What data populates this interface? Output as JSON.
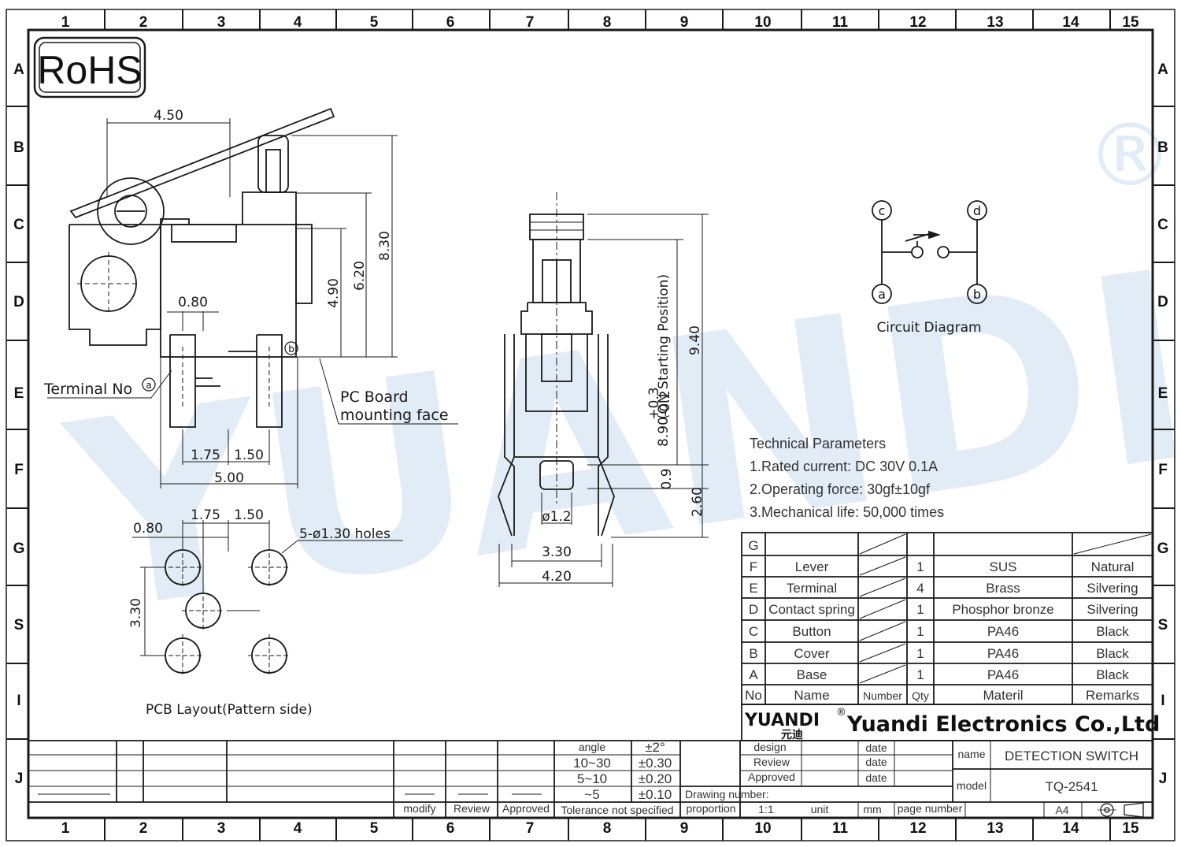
{
  "grid": {
    "columns": [
      "1",
      "2",
      "3",
      "4",
      "5",
      "6",
      "7",
      "8",
      "9",
      "10",
      "11",
      "12",
      "13",
      "14",
      "15"
    ],
    "rows": [
      "A",
      "B",
      "C",
      "D",
      "E",
      "F",
      "G",
      "S",
      "I",
      "J"
    ]
  },
  "logo": {
    "rohs": "RoHS",
    "registered_mark": "®"
  },
  "side_view": {
    "dims": {
      "w450": "4.50",
      "h830": "8.30",
      "h620": "6.20",
      "h490": "4.90",
      "w080": "0.80",
      "w175": "1.75",
      "w150": "1.50",
      "w500": "5.00"
    },
    "terminal_label": "Terminal No",
    "terminal_a": "a",
    "terminal_b": "b",
    "pc_board_line1": "PC Board",
    "pc_board_line2": "mounting face"
  },
  "front_view": {
    "dims": {
      "h940": "9.40",
      "h890": "8.90",
      "tol_plus": "+0.3",
      "tol_minus": "-0.2",
      "on_start": "(ON Starting Position)",
      "h09": "0.9",
      "h260": "2.60",
      "phi12": "ø1.2",
      "w330": "3.30",
      "w420": "4.20"
    }
  },
  "pcb_layout": {
    "dims": {
      "w080": "0.80",
      "w175": "1.75",
      "w150": "1.50",
      "h330": "3.30"
    },
    "holes_note": "5-ø1.30 holes",
    "caption": "PCB Layout(Pattern side)"
  },
  "circuit": {
    "caption": "Circuit Diagram",
    "nodes": {
      "c": "c",
      "d": "d",
      "a": "a",
      "b": "b"
    }
  },
  "technical": {
    "title": "Technical Parameters",
    "items": [
      "1.Rated current: DC 30V 0.1A",
      "2.Operating force: 30gf±10gf",
      "3.Mechanical life: 50,000 times"
    ]
  },
  "bom": {
    "rows": [
      {
        "code": "G",
        "name": "",
        "qty": "",
        "material": "",
        "remarks": ""
      },
      {
        "code": "F",
        "name": "Lever",
        "qty": "1",
        "material": "SUS",
        "remarks": "Natural"
      },
      {
        "code": "E",
        "name": "Terminal",
        "qty": "4",
        "material": "Brass",
        "remarks": "Silvering"
      },
      {
        "code": "D",
        "name": "Contact spring",
        "qty": "1",
        "material": "Phosphor bronze",
        "remarks": "Silvering"
      },
      {
        "code": "C",
        "name": "Button",
        "qty": "1",
        "material": "PA46",
        "remarks": "Black"
      },
      {
        "code": "B",
        "name": "Cover",
        "qty": "1",
        "material": "PA46",
        "remarks": "Black"
      },
      {
        "code": "A",
        "name": "Base",
        "qty": "1",
        "material": "PA46",
        "remarks": "Black"
      }
    ],
    "header": {
      "no": "No",
      "name": "Name",
      "number": "Number",
      "qty": "Qty",
      "material": "Materil",
      "remarks": "Remarks"
    }
  },
  "company": {
    "logo_text": "YUANDI",
    "logo_cn": "元迪",
    "reg": "®",
    "name": "Yuandi Electronics Co.,Ltd"
  },
  "title_block": {
    "design": "design",
    "review": "Review",
    "approved": "Approved",
    "date1": "date",
    "date2": "date",
    "date3": "date",
    "name_label": "name",
    "name_value": "DETECTION SWITCH",
    "model_label": "model",
    "model_value": "TQ-2541",
    "drawing_number": "Drawing number:",
    "proportion": "proportion",
    "scale": "1:1",
    "unit": "unit",
    "unit_value": "mm",
    "page_number": "page number",
    "paper": "A4"
  },
  "tolerance": {
    "angle": "angle",
    "angle_tol": "±2°",
    "r1": "10~30",
    "r1_tol": "±0.30",
    "r2": "5~10",
    "r2_tol": "±0.20",
    "r3": "~5",
    "r3_tol": "±0.10",
    "caption": "Tolerance not specified"
  },
  "revision": {
    "modify": "modify",
    "review": "Review",
    "approved": "Approved"
  }
}
